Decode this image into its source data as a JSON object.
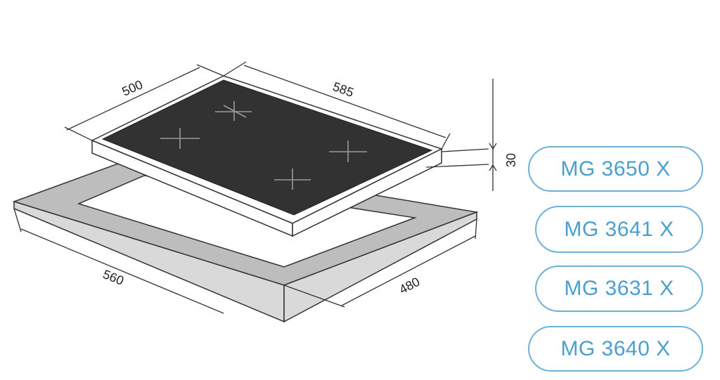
{
  "dimensions": {
    "width_top": "500",
    "depth_top": "585",
    "height": "30",
    "cutout_width": "560",
    "cutout_depth": "480"
  },
  "models": [
    "MG 3650 X",
    "MG 3641 X",
    "MG 3631 X",
    "MG 3640 X"
  ],
  "colors": {
    "glass": "#323232",
    "frame": "#ffffff",
    "cutout": "#bdbdbd",
    "burner_mark": "#9a9a9a",
    "line": "#333333",
    "pill_border": "#6fb1d6",
    "pill_text": "#4a9fd0"
  }
}
